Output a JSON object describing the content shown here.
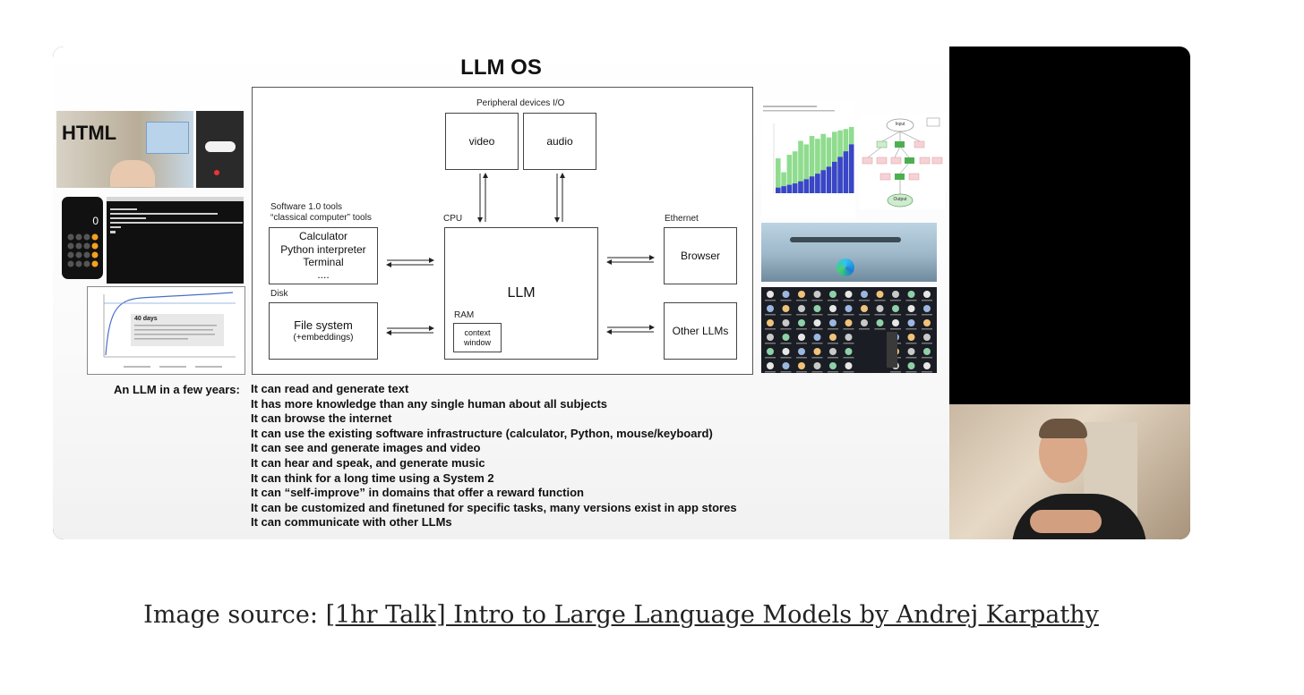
{
  "slide": {
    "title": "LLM OS",
    "peripherals_label": "Peripheral devices I/O",
    "video": "video",
    "audio": "audio",
    "software_label_line1": "Software 1.0 tools",
    "software_label_line2": "“classical computer” tools",
    "tools": [
      "Calculator",
      "Python interpreter",
      "Terminal",
      "...."
    ],
    "disk_label": "Disk",
    "file_system": "File system",
    "file_system_sub": "(+embeddings)",
    "cpu_label": "CPU",
    "llm": "LLM",
    "ram_label": "RAM",
    "context_window_line1": "context",
    "context_window_line2": "window",
    "ethernet_label": "Ethernet",
    "browser": "Browser",
    "other_llms": "Other LLMs",
    "thumb_html_text": "HTML",
    "thumb_calculator_display": "0",
    "thumb_chart_note_title": "40 days",
    "thumb_tree_input": "Input",
    "thumb_tree_output": "Output",
    "caption": "An LLM in a few years:",
    "capabilities": [
      "It can read and generate text",
      "It has more knowledge than any single human about all subjects",
      "It can browse the internet",
      "It can use the existing software infrastructure (calculator, Python, mouse/keyboard)",
      "It can see and generate images and video",
      "It can hear and speak, and generate music",
      "It can think for a long time using a System 2",
      "It can “self-improve” in domains that offer a reward function",
      "It can be customized and finetuned for specific tasks, many versions exist in app stores",
      "It can communicate with other LLMs"
    ]
  },
  "source": {
    "prefix": "Image source: ",
    "link_text": "[1hr Talk] Intro to Large Language Models by Andrej Karpathy"
  },
  "colors": {
    "bar_green": "#8fdc8f",
    "bar_blue": "#3a45c8",
    "node_green": "#4caf50",
    "node_pink": "#f6d2d6"
  }
}
